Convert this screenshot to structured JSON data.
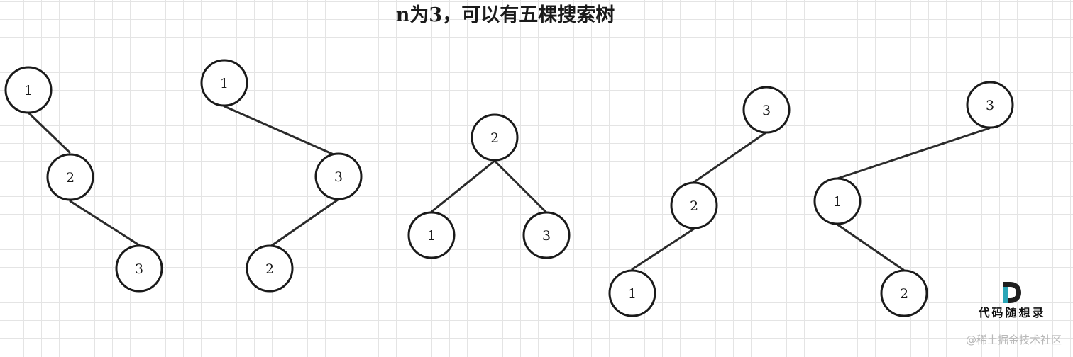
{
  "title": "n为3，可以有五棵搜索树",
  "trees": [
    {
      "nodes": [
        "1",
        "2",
        "3"
      ]
    },
    {
      "nodes": [
        "1",
        "3",
        "2"
      ]
    },
    {
      "nodes": [
        "2",
        "1",
        "3"
      ]
    },
    {
      "nodes": [
        "3",
        "2",
        "1"
      ]
    },
    {
      "nodes": [
        "3",
        "1",
        "2"
      ]
    }
  ],
  "logo": {
    "text": "代码随想录",
    "colors": {
      "dark": "#1f1f1f",
      "teal": "#2aa6b8"
    }
  },
  "watermark": "@稀土掘金技术社区"
}
